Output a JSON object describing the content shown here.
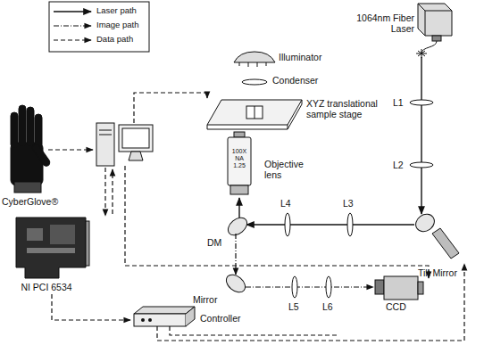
{
  "diagram": {
    "labels": [
      "1064nm Fiber Laser",
      "Illuminator",
      "Condenser",
      "XYZ translational sample stage",
      "100X NA 1.25",
      "Objective lens",
      "L1",
      "L2",
      "CyberGlove®",
      "L4",
      "L3",
      "DM",
      "Tilt Mirror",
      "Mirror",
      "L5",
      "L6",
      "CCD",
      "NI PCI 6534",
      "Controller"
    ],
    "legend": [
      {
        "text": "Laser path"
      },
      {
        "text": "Image path"
      },
      {
        "text": "Data path"
      }
    ]
  }
}
